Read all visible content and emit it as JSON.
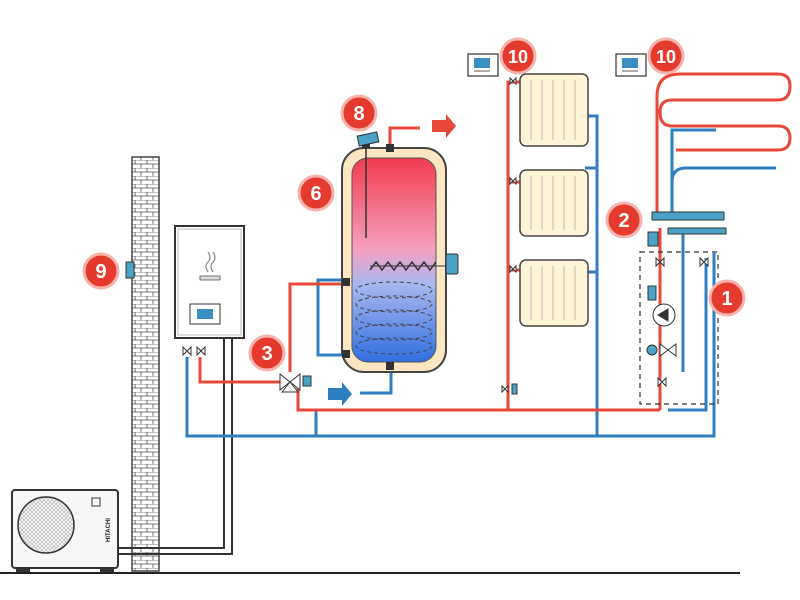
{
  "colors": {
    "hot": "#e8483a",
    "cold": "#2f7fc0",
    "badge": "#e43b2e",
    "badge_ring": "#f6b3ad",
    "outline": "#333333",
    "radiator_fill": "#fff5d6",
    "tank_jacket": "#fde7c2",
    "control_teal": "#4aa3c7"
  },
  "labels": {
    "b1": "1",
    "b2": "2",
    "b3": "3",
    "b6": "6",
    "b8": "8",
    "b9": "9",
    "b10a": "10",
    "b10b": "10"
  },
  "outdoor_unit": {
    "brand": "HITACHI"
  }
}
